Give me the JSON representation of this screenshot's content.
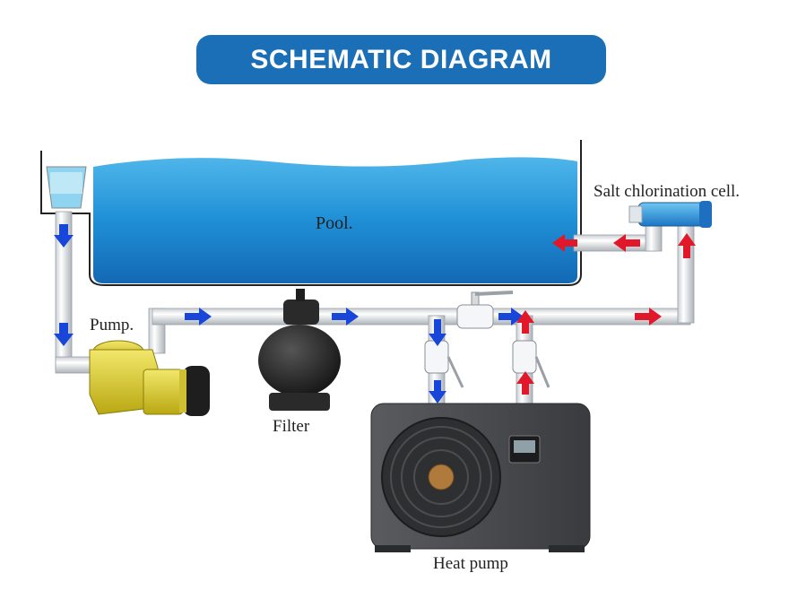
{
  "title": "SCHEMATIC DIAGRAM",
  "labels": {
    "pool": "Pool.",
    "salt_cell": "Salt chlorination cell.",
    "pump": "Pump.",
    "filter": "Filter",
    "heat_pump": "Heat pump"
  },
  "colors": {
    "title_bg": "#1b6fb6",
    "water": "#1f8fd6",
    "pipe": "#eef1f4",
    "cold_arrow": "#1846d8",
    "hot_arrow": "#e0182a",
    "pump_body": "#e4d62a",
    "filter_tank": "#2a2a2a",
    "heat_pump_body": "#4a4b4e"
  },
  "icons": [
    "skimmer-icon",
    "pump-icon",
    "filter-icon",
    "valve-icon",
    "salt-cell-icon",
    "heat-pump-icon",
    "fan-icon",
    "display-icon"
  ]
}
